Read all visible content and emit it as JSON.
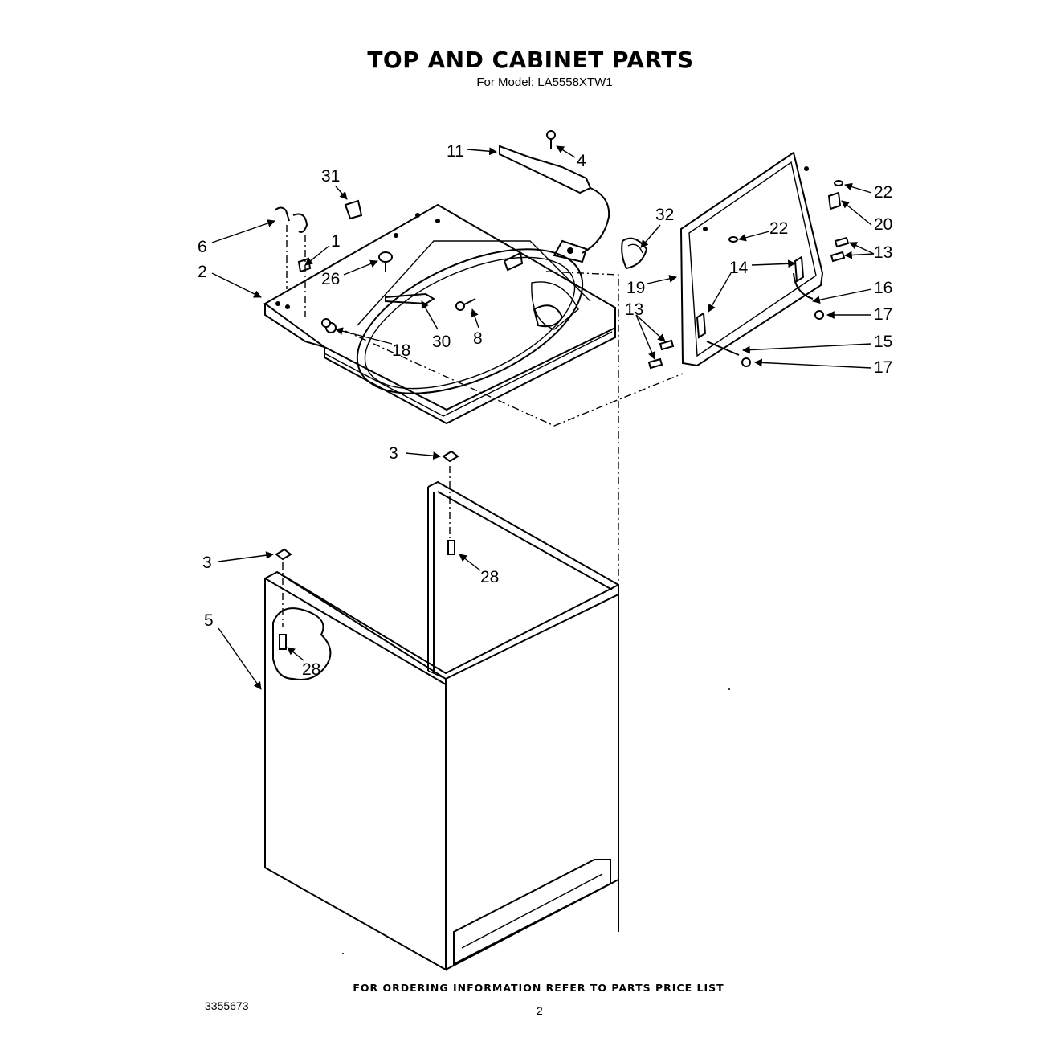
{
  "title": "TOP AND CABINET PARTS",
  "subtitle": "For Model: LA5558XTW1",
  "footer_note": "FOR ORDERING INFORMATION REFER TO PARTS PRICE LIST",
  "document_number": "3355673",
  "page_number": "2",
  "callouts": [
    "11",
    "4",
    "31",
    "6",
    "1",
    "2",
    "26",
    "30",
    "8",
    "18",
    "32",
    "19",
    "22",
    "22",
    "20",
    "13",
    "14",
    "16",
    "17",
    "13",
    "15",
    "17",
    "3",
    "3",
    "28",
    "5",
    "28"
  ]
}
